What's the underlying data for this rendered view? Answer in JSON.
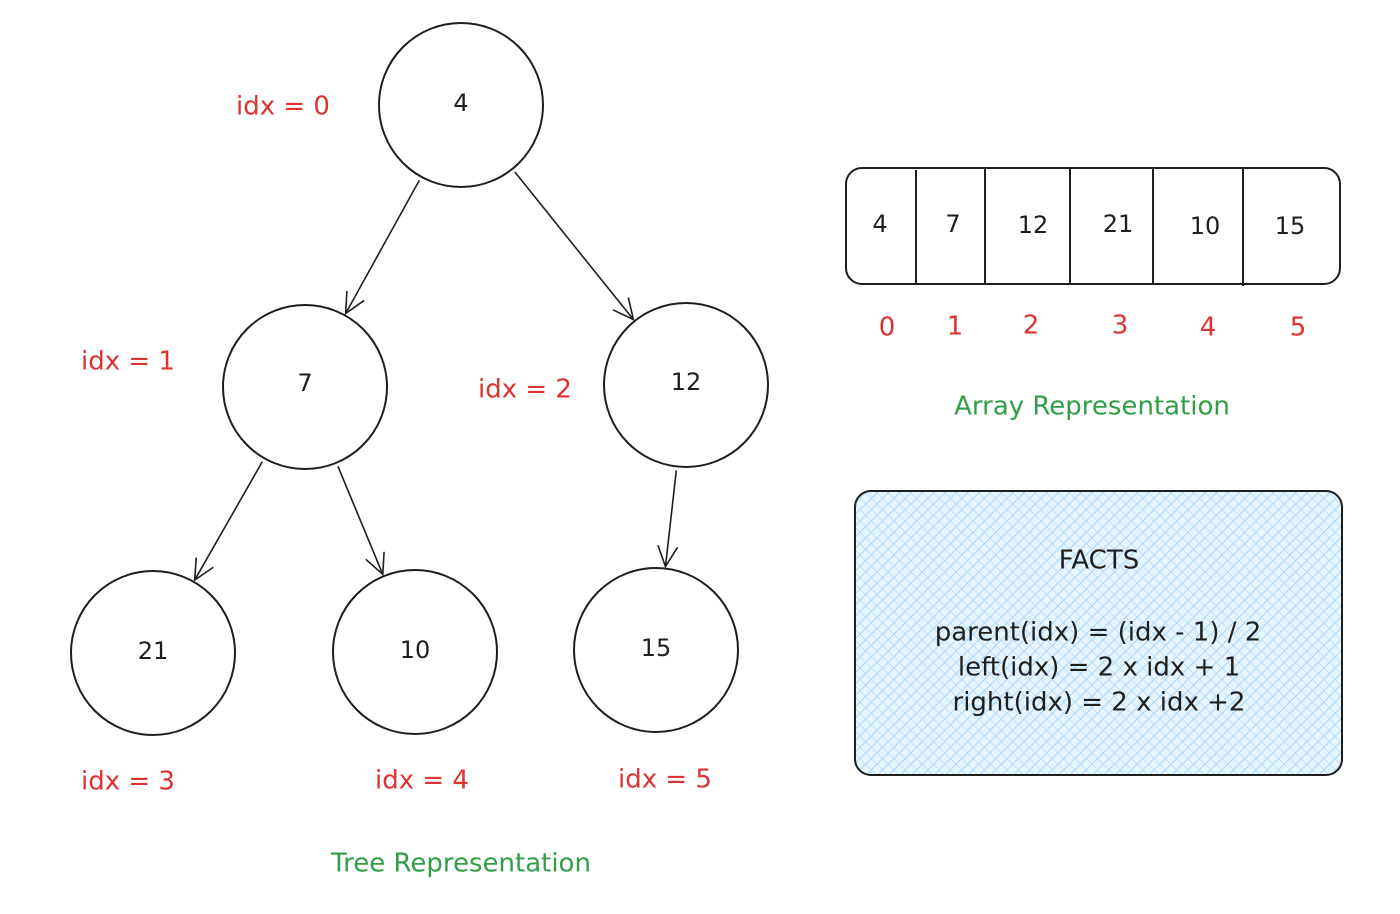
{
  "tree": {
    "nodes": [
      {
        "value": "4",
        "idx_label": "idx = 0"
      },
      {
        "value": "7",
        "idx_label": "idx = 1"
      },
      {
        "value": "12",
        "idx_label": "idx = 2"
      },
      {
        "value": "21",
        "idx_label": "idx = 3"
      },
      {
        "value": "10",
        "idx_label": "idx = 4"
      },
      {
        "value": "15",
        "idx_label": "idx = 5"
      }
    ],
    "edges": [
      [
        0,
        1
      ],
      [
        0,
        2
      ],
      [
        1,
        3
      ],
      [
        1,
        4
      ],
      [
        2,
        5
      ]
    ],
    "caption": "Tree Representation"
  },
  "array": {
    "cells": [
      "4",
      "7",
      "12",
      "21",
      "10",
      "15"
    ],
    "indices": [
      "0",
      "1",
      "2",
      "3",
      "4",
      "5"
    ],
    "caption": "Array Representation"
  },
  "facts": {
    "title": "FACTS",
    "lines": [
      "parent(idx) = (idx - 1) / 2",
      "left(idx) = 2 x idx + 1",
      "right(idx) = 2 x idx +2"
    ]
  },
  "colors": {
    "ink": "#1e1e1e",
    "index_red": "#e03131",
    "caption_green": "#2f9e44",
    "facts_fill": "#a5d8ff"
  }
}
